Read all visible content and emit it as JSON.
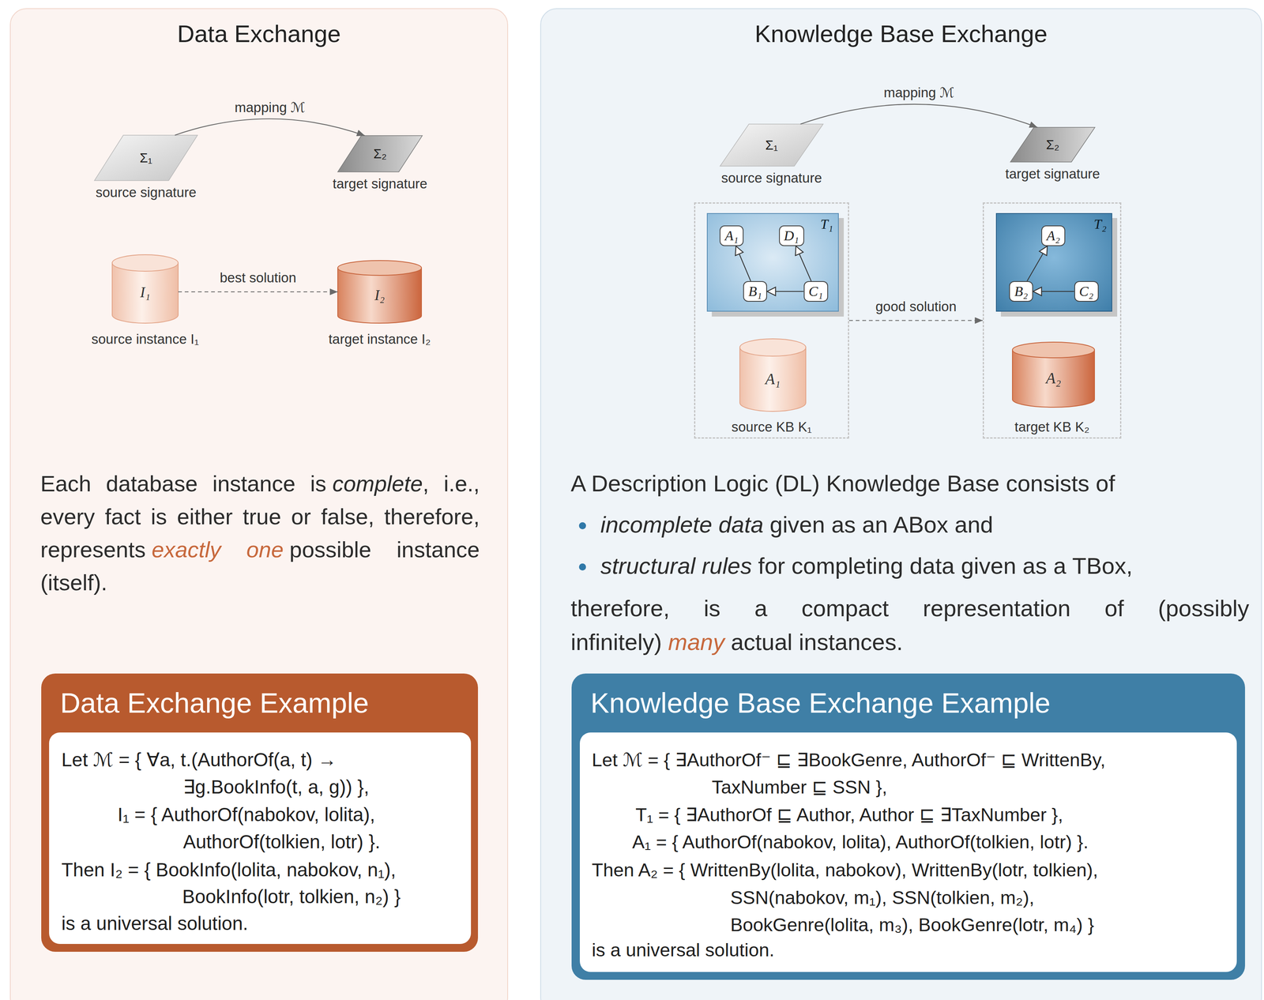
{
  "diagram": {
    "nodes": [
      {
        "text": [
          "Data Exchange"
        ]
      },
      {
        "text": [
          "Σ₁",
          "source signature"
        ],
        "in": 0
      },
      {
        "text": [
          "Σ₂",
          "target signature"
        ],
        "in": 0
      },
      {
        "text": [
          "I₁",
          "source instance I₁"
        ],
        "in": 0
      },
      {
        "text": [
          "I₂",
          "target instance I₂"
        ],
        "in": 0
      },
      {
        "text": [
          "Data Exchange Example",
          "Let ℳ = { ∀a, t.(AuthorOf(a, t) →",
          "∃g.BookInfo(t, a, g)) },",
          "I₁ = { AuthorOf(nabokov, lolita),",
          "AuthorOf(tolkien, lotr) }.",
          "Then I₂ = { BookInfo(lolita, nabokov, n₁),",
          "BookInfo(lotr, tolkien, n₂) }",
          "is a universal solution."
        ],
        "in": 0
      },
      {
        "text": [
          "Knowledge Base Exchange"
        ]
      },
      {
        "text": [
          "Σ₁",
          "source signature"
        ],
        "in": 6
      },
      {
        "text": [
          "Σ₂",
          "target signature"
        ],
        "in": 6
      },
      {
        "text": [
          "source KB K₁"
        ],
        "in": 6
      },
      {
        "text": [
          "T₁"
        ],
        "in": 9
      },
      {
        "text": [
          "A₁"
        ],
        "in": 10
      },
      {
        "text": [
          "D₁"
        ],
        "in": 10
      },
      {
        "text": [
          "B₁"
        ],
        "in": 10
      },
      {
        "text": [
          "C₁"
        ],
        "in": 10
      },
      {
        "text": [
          "A₁"
        ],
        "in": 9
      },
      {
        "text": [
          "target KB K₂"
        ],
        "in": 6
      },
      {
        "text": [
          "T₂"
        ],
        "in": 16
      },
      {
        "text": [
          "A₂"
        ],
        "in": 17
      },
      {
        "text": [
          "B₂"
        ],
        "in": 17
      },
      {
        "text": [
          "C₂"
        ],
        "in": 17
      },
      {
        "text": [
          "A₂"
        ],
        "in": 16
      },
      {
        "text": [
          "Knowledge Base Exchange Example",
          "Let ℳ = { ∃AuthorOf⁻ ⊑ ∃BookGenre, AuthorOf⁻ ⊑ WrittenBy,",
          "TaxNumber ⊑ SSN },",
          "T₁ = { ∃AuthorOf ⊑ Author, Author ⊑ ∃TaxNumber },",
          "A₁ = { AuthorOf(nabokov, lolita), AuthorOf(tolkien, lotr) }.",
          "Then A₂ = { WrittenBy(lolita, nabokov), WrittenBy(lotr, tolkien),",
          "SSN(nabokov, m₁), SSN(tolkien, m₂),",
          "BookGenre(lolita, m₃), BookGenre(lotr, m₄) }",
          "is a universal solution."
        ],
        "in": 6
      }
    ],
    "edges": [
      {
        "from": 1,
        "to": 2,
        "arrow": "to",
        "label": "mapping ℳ"
      },
      {
        "from": 3,
        "to": 4,
        "arrow": "to",
        "label": "best solution"
      },
      {
        "from": 7,
        "to": 8,
        "arrow": "to",
        "label": "mapping ℳ"
      },
      {
        "from": 13,
        "to": 11,
        "arrow": "to"
      },
      {
        "from": 14,
        "to": 12,
        "arrow": "to"
      },
      {
        "from": 14,
        "to": 13,
        "arrow": "to"
      },
      {
        "from": 19,
        "to": 18,
        "arrow": "to"
      },
      {
        "from": 20,
        "to": 19,
        "arrow": "to"
      },
      {
        "from": 9,
        "to": 16,
        "arrow": "to",
        "label": "good solution"
      }
    ],
    "labels": [
      "Each database instance is",
      "complete",
      ", i.e., every fact is either true or false, therefore, represents",
      "exactly one",
      "possible instance (itself).",
      "A Description Logic (DL) Knowledge Base consists of",
      "incomplete data",
      "given as an ABox and",
      "structural rules",
      "for completing data given as a TBox,",
      "therefore, is a compact representation of (possibly infinitely)",
      "many",
      "actual instances."
    ]
  }
}
